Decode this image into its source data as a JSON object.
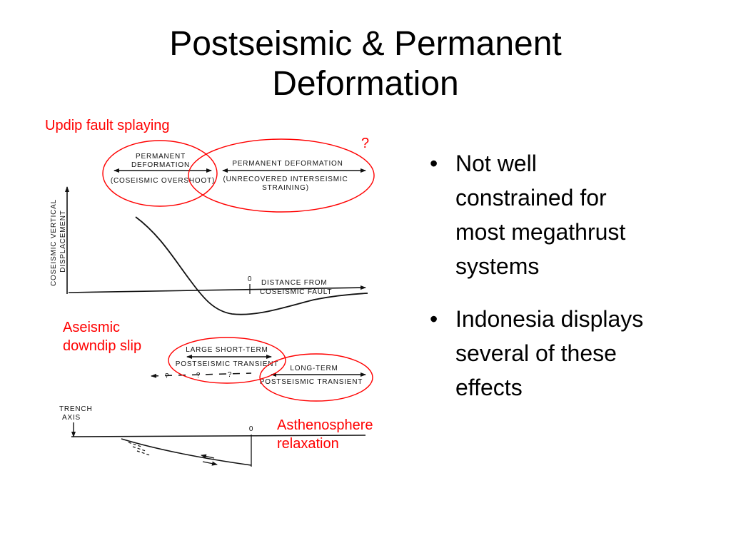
{
  "slide": {
    "title_line1": "Postseismic & Permanent",
    "title_line2": "Deformation"
  },
  "annotations": {
    "updip": "Updip fault splaying",
    "question": "?",
    "aseismic_line1": "Aseismic",
    "aseismic_line2": "downdip slip",
    "astheno_line1": "Asthenosphere",
    "astheno_line2": "relaxation"
  },
  "bullets": [
    {
      "marker": "•",
      "lines": [
        "Not well",
        "constrained for",
        "most megathrust",
        "systems"
      ]
    },
    {
      "marker": "•",
      "lines": [
        "Indonesia displays",
        "several of these",
        "effects"
      ]
    }
  ],
  "figure": {
    "perm_left_1": "PERMANENT",
    "perm_left_2": "DEFORMATION",
    "perm_left_3": "(COSEISMIC OVERSHOOT)",
    "perm_right_1": "PERMANENT  DEFORMATION",
    "perm_right_2": "(UNRECOVERED  INTERSEISMIC",
    "perm_right_3": "STRAINING)",
    "yaxis_1": "COSEISMIC VERTICAL",
    "yaxis_2": "DISPLACEMENT",
    "origin": "0",
    "distance_1": "DISTANCE  FROM",
    "distance_2": "COSEISMIC  FAULT",
    "large_1": "LARGE SHORT-TERM",
    "large_2": "POSTSEISMIC  TRANSIENT",
    "long_1": "LONG-TERM",
    "long_2": "POSTSEISMIC  TRANSIENT",
    "q1": "?",
    "q2": "?",
    "q3": "?",
    "trench_1": "TRENCH",
    "trench_2": "AXIS",
    "origin2": "0"
  },
  "colors": {
    "annotation": "#ff0000",
    "text": "#000000",
    "figure_ink": "#111111"
  }
}
